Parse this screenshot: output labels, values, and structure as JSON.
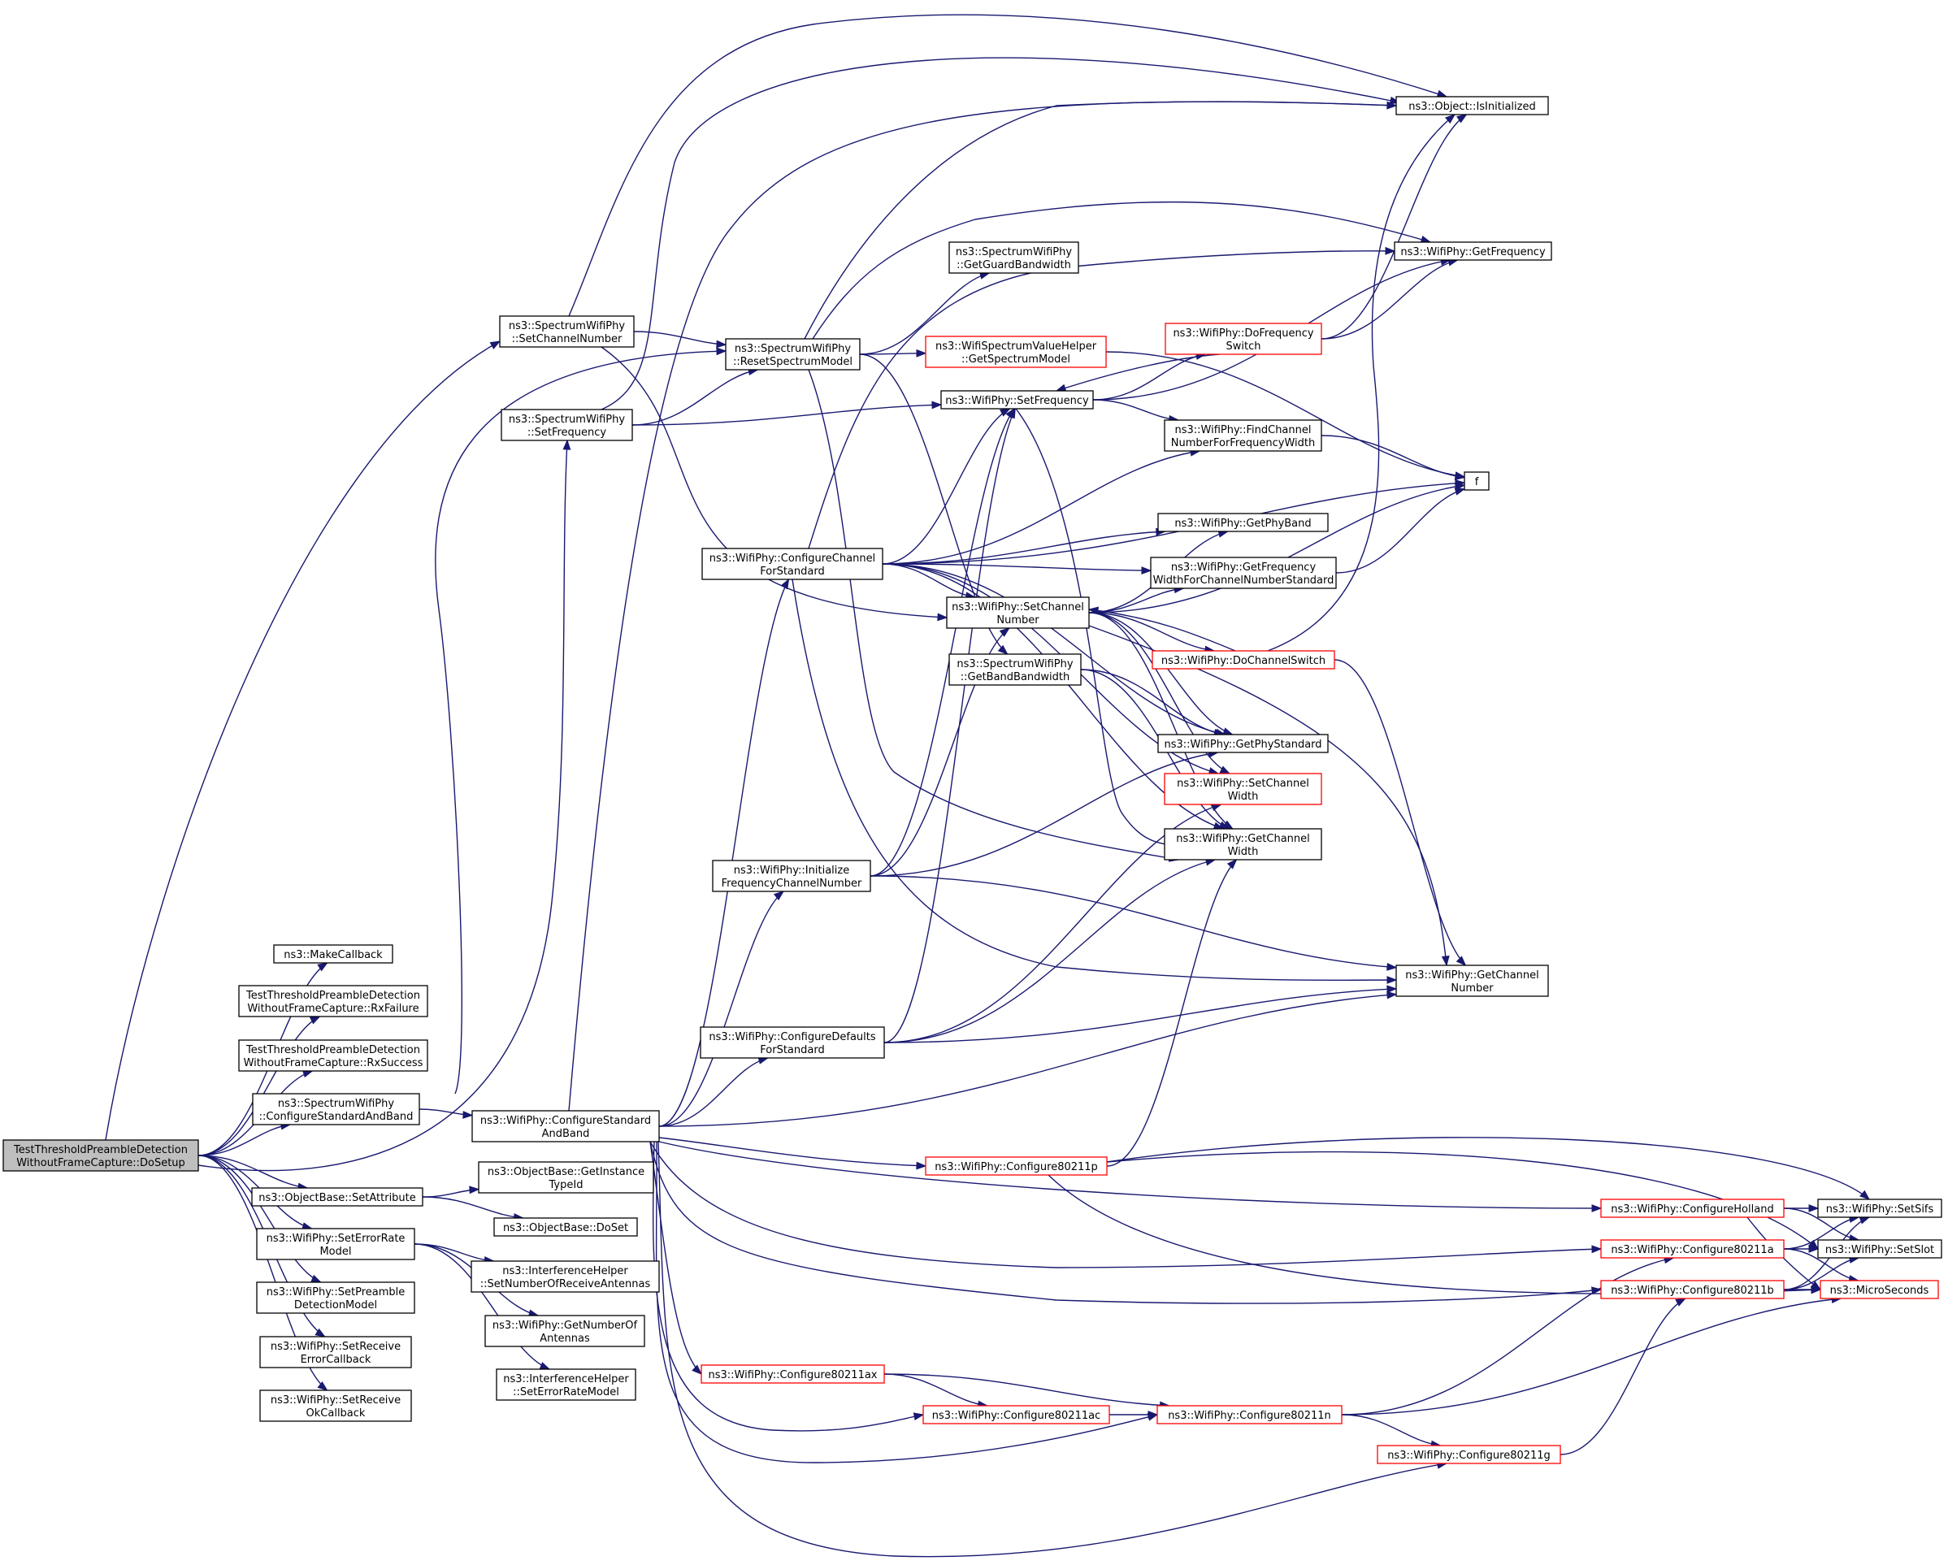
{
  "graph": {
    "colors": {
      "edge": "#191970",
      "node_border": "#000000",
      "node_border_truncated": "#ff0000",
      "root_fill": "#bfbfbf"
    },
    "nodes": [
      {
        "id": "root",
        "lines": [
          "TestThresholdPreambleDetection",
          "WithoutFrameCapture::DoSetup"
        ]
      },
      {
        "id": "makecb",
        "lines": [
          "ns3::MakeCallback"
        ]
      },
      {
        "id": "rxfail",
        "lines": [
          "TestThresholdPreambleDetection",
          "WithoutFrameCapture::RxFailure"
        ]
      },
      {
        "id": "rxsucc",
        "lines": [
          "TestThresholdPreambleDetection",
          "WithoutFrameCapture::RxSuccess"
        ]
      },
      {
        "id": "sp_csab",
        "lines": [
          "ns3::SpectrumWifiPhy",
          "::ConfigureStandardAndBand"
        ]
      },
      {
        "id": "ob_setattr",
        "lines": [
          "ns3::ObjectBase::SetAttribute"
        ]
      },
      {
        "id": "wp_seterr",
        "lines": [
          "ns3::WifiPhy::SetErrorRate",
          "Model"
        ]
      },
      {
        "id": "wp_setpre",
        "lines": [
          "ns3::WifiPhy::SetPreamble",
          "DetectionModel"
        ]
      },
      {
        "id": "wp_setrxerr",
        "lines": [
          "ns3::WifiPhy::SetReceive",
          "ErrorCallback"
        ]
      },
      {
        "id": "wp_setrxok",
        "lines": [
          "ns3::WifiPhy::SetReceive",
          "OkCallback"
        ]
      },
      {
        "id": "sp_setch",
        "lines": [
          "ns3::SpectrumWifiPhy",
          "::SetChannelNumber"
        ]
      },
      {
        "id": "sp_setfreq",
        "lines": [
          "ns3::SpectrumWifiPhy",
          "::SetFrequency"
        ]
      },
      {
        "id": "wp_csab",
        "lines": [
          "ns3::WifiPhy::ConfigureStandard",
          "AndBand"
        ]
      },
      {
        "id": "ob_gettid",
        "lines": [
          "ns3::ObjectBase::GetInstance",
          "TypeId"
        ]
      },
      {
        "id": "ob_doset",
        "lines": [
          "ns3::ObjectBase::DoSet"
        ]
      },
      {
        "id": "ih_setnra",
        "lines": [
          "ns3::InterferenceHelper",
          "::SetNumberOfReceiveAntennas"
        ]
      },
      {
        "id": "wp_getnoa",
        "lines": [
          "ns3::WifiPhy::GetNumberOf",
          "Antennas"
        ]
      },
      {
        "id": "ih_seterr",
        "lines": [
          "ns3::InterferenceHelper",
          "::SetErrorRateModel"
        ]
      },
      {
        "id": "sp_reset",
        "lines": [
          "ns3::SpectrumWifiPhy",
          "::ResetSpectrumModel"
        ]
      },
      {
        "id": "wp_ccfs",
        "lines": [
          "ns3::WifiPhy::ConfigureChannel",
          "ForStandard"
        ]
      },
      {
        "id": "wp_ifcn",
        "lines": [
          "ns3::WifiPhy::Initialize",
          "FrequencyChannelNumber"
        ]
      },
      {
        "id": "wp_cdfs",
        "lines": [
          "ns3::WifiPhy::ConfigureDefaults",
          "ForStandard"
        ]
      },
      {
        "id": "wp_c11ax",
        "lines": [
          "ns3::WifiPhy::Configure80211ax"
        ],
        "truncated": true
      },
      {
        "id": "sp_getguard",
        "lines": [
          "ns3::SpectrumWifiPhy",
          "::GetGuardBandwidth"
        ]
      },
      {
        "id": "wsvh_getsm",
        "lines": [
          "ns3::WifiSpectrumValueHelper",
          "::GetSpectrumModel"
        ],
        "truncated": true
      },
      {
        "id": "wp_setfreq",
        "lines": [
          "ns3::WifiPhy::SetFrequency"
        ]
      },
      {
        "id": "wp_setchnum",
        "lines": [
          "ns3::WifiPhy::SetChannel",
          "Number"
        ]
      },
      {
        "id": "sp_getbandbw",
        "lines": [
          "ns3::SpectrumWifiPhy",
          "::GetBandBandwidth"
        ]
      },
      {
        "id": "wp_c11p",
        "lines": [
          "ns3::WifiPhy::Configure80211p"
        ],
        "truncated": true
      },
      {
        "id": "wp_c11ac",
        "lines": [
          "ns3::WifiPhy::Configure80211ac"
        ],
        "truncated": true
      },
      {
        "id": "wp_dofreq",
        "lines": [
          "ns3::WifiPhy::DoFrequency",
          "Switch"
        ],
        "truncated": true
      },
      {
        "id": "wp_findch",
        "lines": [
          "ns3::WifiPhy::FindChannel",
          "NumberForFrequencyWidth"
        ]
      },
      {
        "id": "wp_getphyband",
        "lines": [
          "ns3::WifiPhy::GetPhyBand"
        ]
      },
      {
        "id": "wp_getfwcns",
        "lines": [
          "ns3::WifiPhy::GetFrequency",
          "WidthForChannelNumberStandard"
        ]
      },
      {
        "id": "wp_dochsw",
        "lines": [
          "ns3::WifiPhy::DoChannelSwitch"
        ],
        "truncated": true
      },
      {
        "id": "wp_getphystd",
        "lines": [
          "ns3::WifiPhy::GetPhyStandard"
        ]
      },
      {
        "id": "wp_setchw",
        "lines": [
          "ns3::WifiPhy::SetChannel",
          "Width"
        ],
        "truncated": true
      },
      {
        "id": "wp_getchw",
        "lines": [
          "ns3::WifiPhy::GetChannel",
          "Width"
        ]
      },
      {
        "id": "wp_c11n",
        "lines": [
          "ns3::WifiPhy::Configure80211n"
        ],
        "truncated": true
      },
      {
        "id": "obj_isinit",
        "lines": [
          "ns3::Object::IsInitialized"
        ]
      },
      {
        "id": "wp_getfreq",
        "lines": [
          "ns3::WifiPhy::GetFrequency"
        ]
      },
      {
        "id": "f",
        "lines": [
          "f"
        ]
      },
      {
        "id": "wp_getchnum",
        "lines": [
          "ns3::WifiPhy::GetChannel",
          "Number"
        ]
      },
      {
        "id": "wp_chol",
        "lines": [
          "ns3::WifiPhy::ConfigureHolland"
        ],
        "truncated": true
      },
      {
        "id": "wp_c11a",
        "lines": [
          "ns3::WifiPhy::Configure80211a"
        ],
        "truncated": true
      },
      {
        "id": "wp_c11b",
        "lines": [
          "ns3::WifiPhy::Configure80211b"
        ],
        "truncated": true
      },
      {
        "id": "wp_c11g",
        "lines": [
          "ns3::WifiPhy::Configure80211g"
        ],
        "truncated": true
      },
      {
        "id": "wp_setsifs",
        "lines": [
          "ns3::WifiPhy::SetSifs"
        ]
      },
      {
        "id": "wp_setslot",
        "lines": [
          "ns3::WifiPhy::SetSlot"
        ]
      },
      {
        "id": "microsec",
        "lines": [
          "ns3::MicroSeconds"
        ],
        "truncated": true
      }
    ],
    "edges": [
      [
        "root",
        "sp_setch"
      ],
      [
        "root",
        "sp_setfreq"
      ],
      [
        "root",
        "makecb"
      ],
      [
        "root",
        "rxfail"
      ],
      [
        "root",
        "rxsucc"
      ],
      [
        "root",
        "sp_csab"
      ],
      [
        "root",
        "ob_setattr"
      ],
      [
        "root",
        "wp_seterr"
      ],
      [
        "root",
        "wp_setpre"
      ],
      [
        "root",
        "wp_setrxerr"
      ],
      [
        "root",
        "wp_setrxok"
      ],
      [
        "sp_setch",
        "obj_isinit"
      ],
      [
        "sp_setch",
        "sp_reset"
      ],
      [
        "sp_setch",
        "wp_setchnum"
      ],
      [
        "sp_setfreq",
        "obj_isinit"
      ],
      [
        "sp_setfreq",
        "sp_reset"
      ],
      [
        "sp_setfreq",
        "wp_setfreq"
      ],
      [
        "sp_csab",
        "sp_reset"
      ],
      [
        "sp_csab",
        "wp_csab"
      ],
      [
        "ob_setattr",
        "ob_gettid"
      ],
      [
        "ob_setattr",
        "ob_doset"
      ],
      [
        "wp_seterr",
        "ih_setnra"
      ],
      [
        "wp_seterr",
        "wp_getnoa"
      ],
      [
        "wp_seterr",
        "ih_seterr"
      ],
      [
        "sp_reset",
        "obj_isinit"
      ],
      [
        "sp_reset",
        "wp_getfreq"
      ],
      [
        "sp_reset",
        "sp_getguard"
      ],
      [
        "sp_reset",
        "wsvh_getsm"
      ],
      [
        "sp_reset",
        "sp_getbandbw"
      ],
      [
        "sp_reset",
        "wp_getchw"
      ],
      [
        "wp_csab",
        "obj_isinit"
      ],
      [
        "wp_csab",
        "wp_ccfs"
      ],
      [
        "wp_csab",
        "wp_ifcn"
      ],
      [
        "wp_csab",
        "wp_cdfs"
      ],
      [
        "wp_csab",
        "wp_getchnum"
      ],
      [
        "wp_csab",
        "wp_c11p"
      ],
      [
        "wp_csab",
        "wp_chol"
      ],
      [
        "wp_csab",
        "wp_c11a"
      ],
      [
        "wp_csab",
        "wp_c11b"
      ],
      [
        "wp_csab",
        "wp_c11ax"
      ],
      [
        "wp_csab",
        "wp_c11ac"
      ],
      [
        "wp_csab",
        "wp_c11n"
      ],
      [
        "wp_csab",
        "wp_c11g"
      ],
      [
        "wp_ccfs",
        "wp_getfreq"
      ],
      [
        "wp_ccfs",
        "wp_setfreq"
      ],
      [
        "wp_ccfs",
        "wp_findch"
      ],
      [
        "wp_ccfs",
        "f"
      ],
      [
        "wp_ccfs",
        "wp_getphyband"
      ],
      [
        "wp_ccfs",
        "wp_getfwcns"
      ],
      [
        "wp_ccfs",
        "wp_setchnum"
      ],
      [
        "wp_ccfs",
        "wp_getphystd"
      ],
      [
        "wp_ccfs",
        "wp_setchw"
      ],
      [
        "wp_ccfs",
        "wp_getchw"
      ],
      [
        "wp_ccfs",
        "wp_getchnum"
      ],
      [
        "wp_ifcn",
        "wp_setfreq"
      ],
      [
        "wp_ifcn",
        "wp_setchnum"
      ],
      [
        "wp_ifcn",
        "wp_getphystd"
      ],
      [
        "wp_ifcn",
        "wp_getchnum"
      ],
      [
        "wp_cdfs",
        "wp_setfreq"
      ],
      [
        "wp_cdfs",
        "wp_setchw"
      ],
      [
        "wp_cdfs",
        "wp_getchw"
      ],
      [
        "wp_cdfs",
        "wp_getchnum"
      ],
      [
        "wp_setfreq",
        "wp_dofreq"
      ],
      [
        "wp_setfreq",
        "wp_getfreq"
      ],
      [
        "wp_setfreq",
        "wp_findch"
      ],
      [
        "wp_setfreq",
        "wp_getchw"
      ],
      [
        "wp_dofreq",
        "obj_isinit"
      ],
      [
        "wp_dofreq",
        "wp_getfreq"
      ],
      [
        "wp_dofreq",
        "wp_setfreq"
      ],
      [
        "wp_setchnum",
        "wp_getphyband"
      ],
      [
        "wp_setchnum",
        "wp_getfwcns"
      ],
      [
        "wp_setchnum",
        "f"
      ],
      [
        "wp_setchnum",
        "wp_dochsw"
      ],
      [
        "wp_setchnum",
        "wp_getphystd"
      ],
      [
        "wp_setchnum",
        "wp_setchw"
      ],
      [
        "wp_setchnum",
        "wp_getchw"
      ],
      [
        "wp_setchnum",
        "wp_getchnum"
      ],
      [
        "wp_dochsw",
        "obj_isinit"
      ],
      [
        "wp_dochsw",
        "wp_setchnum"
      ],
      [
        "wp_dochsw",
        "wp_getchnum"
      ],
      [
        "wp_findch",
        "f"
      ],
      [
        "wp_getfwcns",
        "f"
      ],
      [
        "sp_getbandbw",
        "wp_getphystd"
      ],
      [
        "sp_getbandbw",
        "wp_getchw"
      ],
      [
        "wsvh_getsm",
        "f"
      ],
      [
        "wp_c11p",
        "wp_getchw"
      ],
      [
        "wp_c11p",
        "wp_setsifs"
      ],
      [
        "wp_c11p",
        "wp_setslot"
      ],
      [
        "wp_c11p",
        "microsec"
      ],
      [
        "wp_chol",
        "wp_setsifs"
      ],
      [
        "wp_chol",
        "wp_setslot"
      ],
      [
        "wp_chol",
        "microsec"
      ],
      [
        "wp_c11a",
        "wp_setsifs"
      ],
      [
        "wp_c11a",
        "wp_setslot"
      ],
      [
        "wp_c11a",
        "microsec"
      ],
      [
        "wp_c11b",
        "wp_setsifs"
      ],
      [
        "wp_c11b",
        "wp_setslot"
      ],
      [
        "wp_c11b",
        "microsec"
      ],
      [
        "wp_c11ax",
        "wp_c11ac"
      ],
      [
        "wp_c11ax",
        "wp_c11n"
      ],
      [
        "wp_c11ac",
        "wp_c11n"
      ],
      [
        "wp_c11n",
        "wp_c11a"
      ],
      [
        "wp_c11n",
        "wp_c11g"
      ],
      [
        "wp_c11n",
        "microsec"
      ],
      [
        "wp_c11g",
        "wp_c11b"
      ]
    ]
  }
}
